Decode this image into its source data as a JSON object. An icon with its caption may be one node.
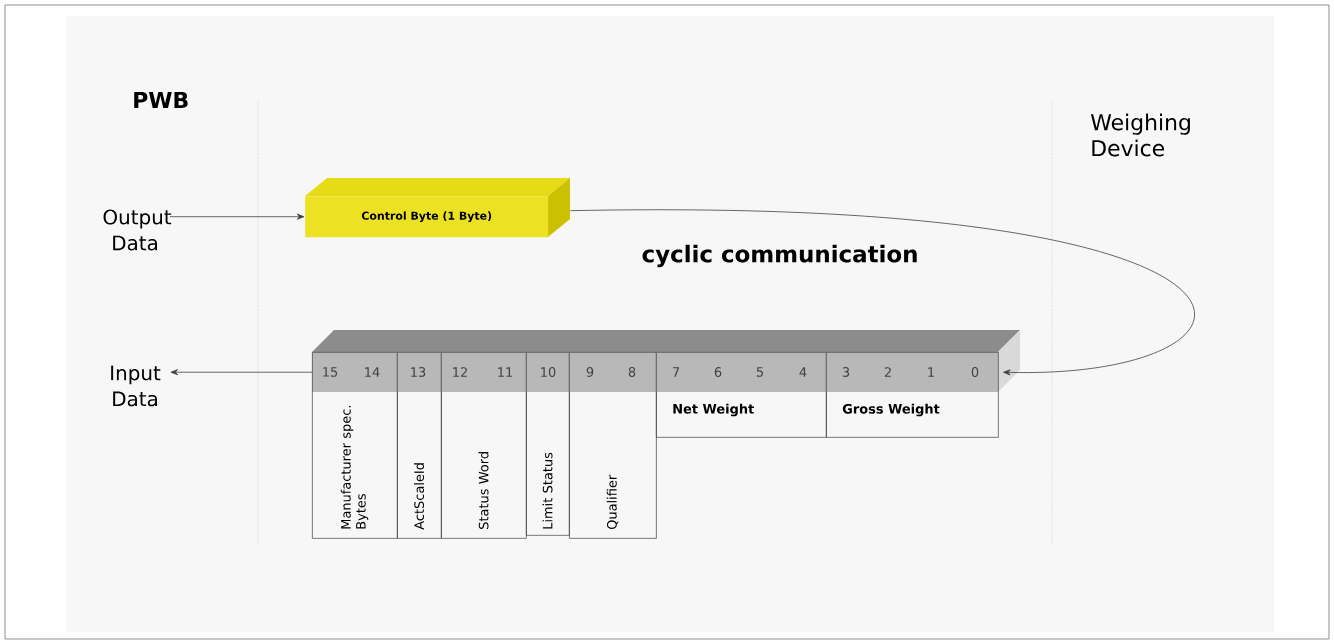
{
  "diagram": {
    "nodes": [
      {
        "text": [
          "Output Data"
        ]
      },
      {
        "text": [
          "Control Byte (1 Byte)"
        ]
      },
      {
        "text": [
          "Input Data"
        ]
      },
      {
        "text": [],
        "shape": "bar"
      },
      {
        "text": [
          "15",
          "14",
          "Manufacturer spec. Bytes"
        ]
      },
      {
        "text": [
          "13",
          "ActScaleId"
        ]
      },
      {
        "text": [
          "12",
          "11",
          "Status Word"
        ]
      },
      {
        "text": [
          "10",
          "Limit Status"
        ]
      },
      {
        "text": [
          "9",
          "8",
          "Qualifier"
        ]
      },
      {
        "text": [
          "7",
          "6",
          "5",
          "4",
          "Net Weight"
        ]
      },
      {
        "text": [
          "3",
          "2",
          "1",
          "0",
          "Gross Weight"
        ]
      }
    ],
    "edges": [
      {
        "from": 0,
        "to": 1,
        "arrow": "to"
      },
      {
        "from": 1,
        "to": 3,
        "arrow": "to"
      },
      {
        "from": 3,
        "to": 2,
        "arrow": "to"
      }
    ],
    "labels": [
      "PWB",
      "Weighing Device",
      "cyclic communication"
    ]
  }
}
